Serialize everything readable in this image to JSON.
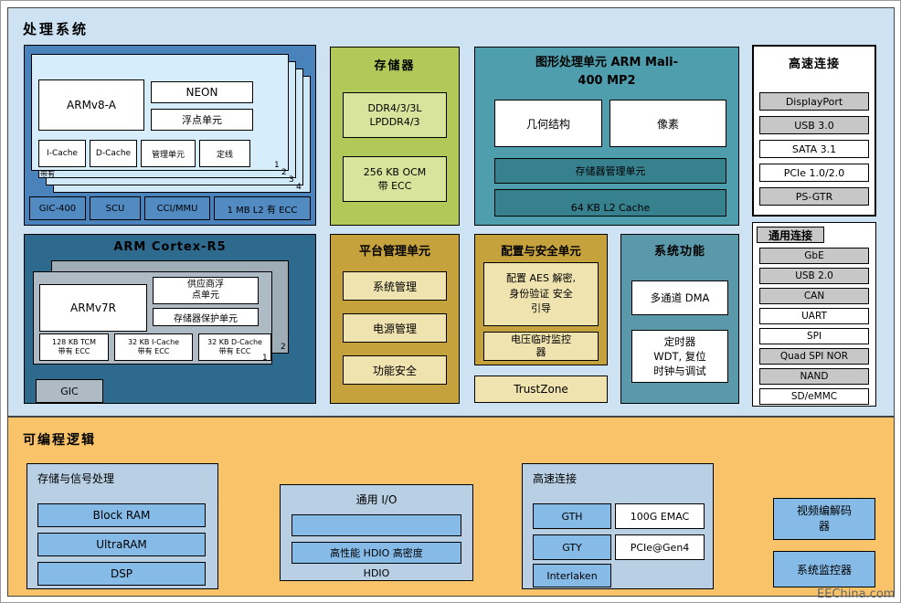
{
  "colors": {
    "ps_bg": "#cde2f2",
    "pl_bg": "#f9c469",
    "a53_blue": "#4a82bc",
    "r5_blue": "#2d6a8e",
    "memory_green": "#b2c95a",
    "gpu_teal": "#4e9ead",
    "gold": "#c6a23d",
    "sysfunc_teal": "#5a99a9",
    "bar_blue": "#86bbe8"
  },
  "ps": {
    "title": "处理系统",
    "a53": {
      "cpu": "ARMv8-A",
      "neon": "NEON",
      "fpu": "浮点单元",
      "units": [
        "I-Cache",
        "D-Cache",
        "管理单元",
        "定线"
      ],
      "units_caption": "带有",
      "numbers": [
        "1",
        "2",
        "3",
        "4"
      ],
      "bottom": [
        "GIC-400",
        "SCU",
        "CCI/MMU",
        "1 MB L2 有 ECC"
      ]
    },
    "r5": {
      "title": "ARM Cortex-R5",
      "cpu": "ARMv7R",
      "fpu_lines": [
        "供应商浮",
        "点单元"
      ],
      "mpu": "存储器保护单元",
      "mems": [
        {
          "l1": "128 KB TCM",
          "l2": "带有 ECC"
        },
        {
          "l1": "32 KB I-Cache",
          "l2": "带有 ECC"
        },
        {
          "l1": "32 KB D-Cache",
          "l2": "带有 ECC"
        }
      ],
      "numbers": [
        "1",
        "2"
      ],
      "gic": "GIC"
    },
    "memory": {
      "title": "存储器",
      "items": [
        {
          "l1": "DDR4/3/3L",
          "l2": "LPDDR4/3"
        },
        {
          "l1": "256 KB OCM",
          "l2": "带 ECC"
        }
      ]
    },
    "gpu": {
      "title_lines": [
        "图形处理单元 ARM Mali-",
        "400 MP2"
      ],
      "geometry": "几何结构",
      "pixel": "像素",
      "mmu": "存储器管理单元",
      "l2": "64 KB L2 Cache"
    },
    "pmu": {
      "title": "平台管理单元",
      "items": [
        "系统管理",
        "电源管理",
        "功能安全"
      ]
    },
    "csu": {
      "title": "配置与安全单元",
      "lines": [
        "配置 AES 解密,",
        "身份验证 安全",
        "引导"
      ],
      "voltage_lines": [
        "电压临时监控",
        "器"
      ],
      "trustzone": "TrustZone"
    },
    "sysfunc": {
      "title": "系统功能",
      "dma": "多通道 DMA",
      "timer_lines": [
        "定时器",
        "WDT, 复位",
        "时钟与调试"
      ]
    },
    "highspeed": {
      "title": "高速连接",
      "items": [
        "DisplayPort",
        "USB 3.0",
        "SATA 3.1",
        "PCIe 1.0/2.0",
        "PS-GTR"
      ]
    },
    "general": {
      "title": "通用连接",
      "items": [
        "GbE",
        "USB 2.0",
        "CAN",
        "UART",
        "SPI",
        "Quad SPI NOR",
        "NAND",
        "SD/eMMC"
      ]
    }
  },
  "pl": {
    "title": "可编程逻辑",
    "storage": {
      "title": "存储与信号处理",
      "items": [
        "Block RAM",
        "UltraRAM",
        "DSP"
      ]
    },
    "io": {
      "title": "通用 I/O",
      "bar_label": "高性能 HDIO 高密度",
      "caption": "HDIO"
    },
    "highspeed": {
      "title": "高速连接",
      "left": [
        "GTH",
        "GTY",
        "Interlaken"
      ],
      "right": [
        "100G EMAC",
        "PCIe@Gen4"
      ]
    },
    "video_lines": [
      "视频编解码",
      "器"
    ],
    "monitor": "系统监控器"
  },
  "watermark": "EEChina.com"
}
